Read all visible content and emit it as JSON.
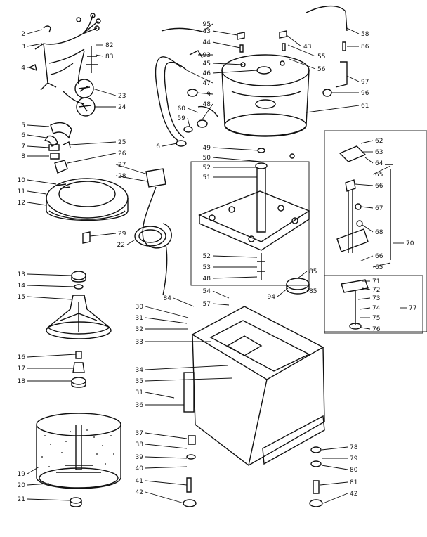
{
  "callouts": [
    {
      "id": "c2",
      "text": "2"
    },
    {
      "id": "c3",
      "text": "3"
    },
    {
      "id": "c4",
      "text": "4"
    },
    {
      "id": "c5",
      "text": "5"
    },
    {
      "id": "c6a",
      "text": "6"
    },
    {
      "id": "c7",
      "text": "7"
    },
    {
      "id": "c8",
      "text": "8"
    },
    {
      "id": "c10",
      "text": "10"
    },
    {
      "id": "c11",
      "text": "11"
    },
    {
      "id": "c12",
      "text": "12"
    },
    {
      "id": "c13",
      "text": "13"
    },
    {
      "id": "c14",
      "text": "14"
    },
    {
      "id": "c15",
      "text": "15"
    },
    {
      "id": "c16",
      "text": "16"
    },
    {
      "id": "c17",
      "text": "17"
    },
    {
      "id": "c18",
      "text": "18"
    },
    {
      "id": "c19",
      "text": "19"
    },
    {
      "id": "c20",
      "text": "20"
    },
    {
      "id": "c21",
      "text": "21"
    },
    {
      "id": "c22",
      "text": "22"
    },
    {
      "id": "c23",
      "text": "23"
    },
    {
      "id": "c24",
      "text": "24"
    },
    {
      "id": "c25",
      "text": "25"
    },
    {
      "id": "c26",
      "text": "26"
    },
    {
      "id": "c27",
      "text": "27"
    },
    {
      "id": "c28",
      "text": "28"
    },
    {
      "id": "c29",
      "text": "29"
    },
    {
      "id": "c30",
      "text": "30"
    },
    {
      "id": "c31a",
      "text": "31"
    },
    {
      "id": "c31b",
      "text": "31"
    },
    {
      "id": "c32",
      "text": "32"
    },
    {
      "id": "c33",
      "text": "33"
    },
    {
      "id": "c34",
      "text": "34"
    },
    {
      "id": "c35",
      "text": "35"
    },
    {
      "id": "c36",
      "text": "36"
    },
    {
      "id": "c37",
      "text": "37"
    },
    {
      "id": "c38",
      "text": "38"
    },
    {
      "id": "c39",
      "text": "39"
    },
    {
      "id": "c40",
      "text": "40"
    },
    {
      "id": "c41",
      "text": "41"
    },
    {
      "id": "c42a",
      "text": "42"
    },
    {
      "id": "c42b",
      "text": "42"
    },
    {
      "id": "c43a",
      "text": "43"
    },
    {
      "id": "c43b",
      "text": "43"
    },
    {
      "id": "c44",
      "text": "44"
    },
    {
      "id": "c45",
      "text": "45"
    },
    {
      "id": "c46",
      "text": "46"
    },
    {
      "id": "c47",
      "text": "47"
    },
    {
      "id": "c48",
      "text": "48"
    },
    {
      "id": "c49",
      "text": "49"
    },
    {
      "id": "c50",
      "text": "50"
    },
    {
      "id": "c51",
      "text": "51"
    },
    {
      "id": "c52a",
      "text": "52"
    },
    {
      "id": "c52b",
      "text": "52"
    },
    {
      "id": "c53",
      "text": "53"
    },
    {
      "id": "c48b",
      "text": "48"
    },
    {
      "id": "c54",
      "text": "54"
    },
    {
      "id": "c55",
      "text": "55"
    },
    {
      "id": "c56",
      "text": "56"
    },
    {
      "id": "c57",
      "text": "57"
    },
    {
      "id": "c58",
      "text": "58"
    },
    {
      "id": "c59",
      "text": "59"
    },
    {
      "id": "c60",
      "text": "60"
    },
    {
      "id": "c61",
      "text": "61"
    },
    {
      "id": "c62",
      "text": "62"
    },
    {
      "id": "c63",
      "text": "63"
    },
    {
      "id": "c64",
      "text": "64"
    },
    {
      "id": "c65a",
      "text": "65"
    },
    {
      "id": "c66a",
      "text": "66"
    },
    {
      "id": "c67",
      "text": "67"
    },
    {
      "id": "c68",
      "text": "68"
    },
    {
      "id": "c70",
      "text": "70"
    },
    {
      "id": "c66b",
      "text": "66"
    },
    {
      "id": "c65b",
      "text": "65"
    },
    {
      "id": "c71",
      "text": "71"
    },
    {
      "id": "c72",
      "text": "72"
    },
    {
      "id": "c73",
      "text": "73"
    },
    {
      "id": "c74",
      "text": "74"
    },
    {
      "id": "c75",
      "text": "75"
    },
    {
      "id": "c76",
      "text": "76"
    },
    {
      "id": "c77",
      "text": "77"
    },
    {
      "id": "c78",
      "text": "78"
    },
    {
      "id": "c79",
      "text": "79"
    },
    {
      "id": "c80",
      "text": "80"
    },
    {
      "id": "c81",
      "text": "81"
    },
    {
      "id": "c82",
      "text": "82"
    },
    {
      "id": "c83",
      "text": "83"
    },
    {
      "id": "c84",
      "text": "84"
    },
    {
      "id": "c85a",
      "text": "85"
    },
    {
      "id": "c85b",
      "text": "85"
    },
    {
      "id": "c86",
      "text": "86"
    },
    {
      "id": "c93",
      "text": "93"
    },
    {
      "id": "c94",
      "text": "94"
    },
    {
      "id": "c95",
      "text": "95"
    },
    {
      "id": "c96",
      "text": "96"
    },
    {
      "id": "c97",
      "text": "97"
    },
    {
      "id": "c6b",
      "text": "6"
    },
    {
      "id": "c9",
      "text": "9"
    }
  ],
  "colors": {
    "ink": "#111111",
    "paper": "#ffffff"
  }
}
